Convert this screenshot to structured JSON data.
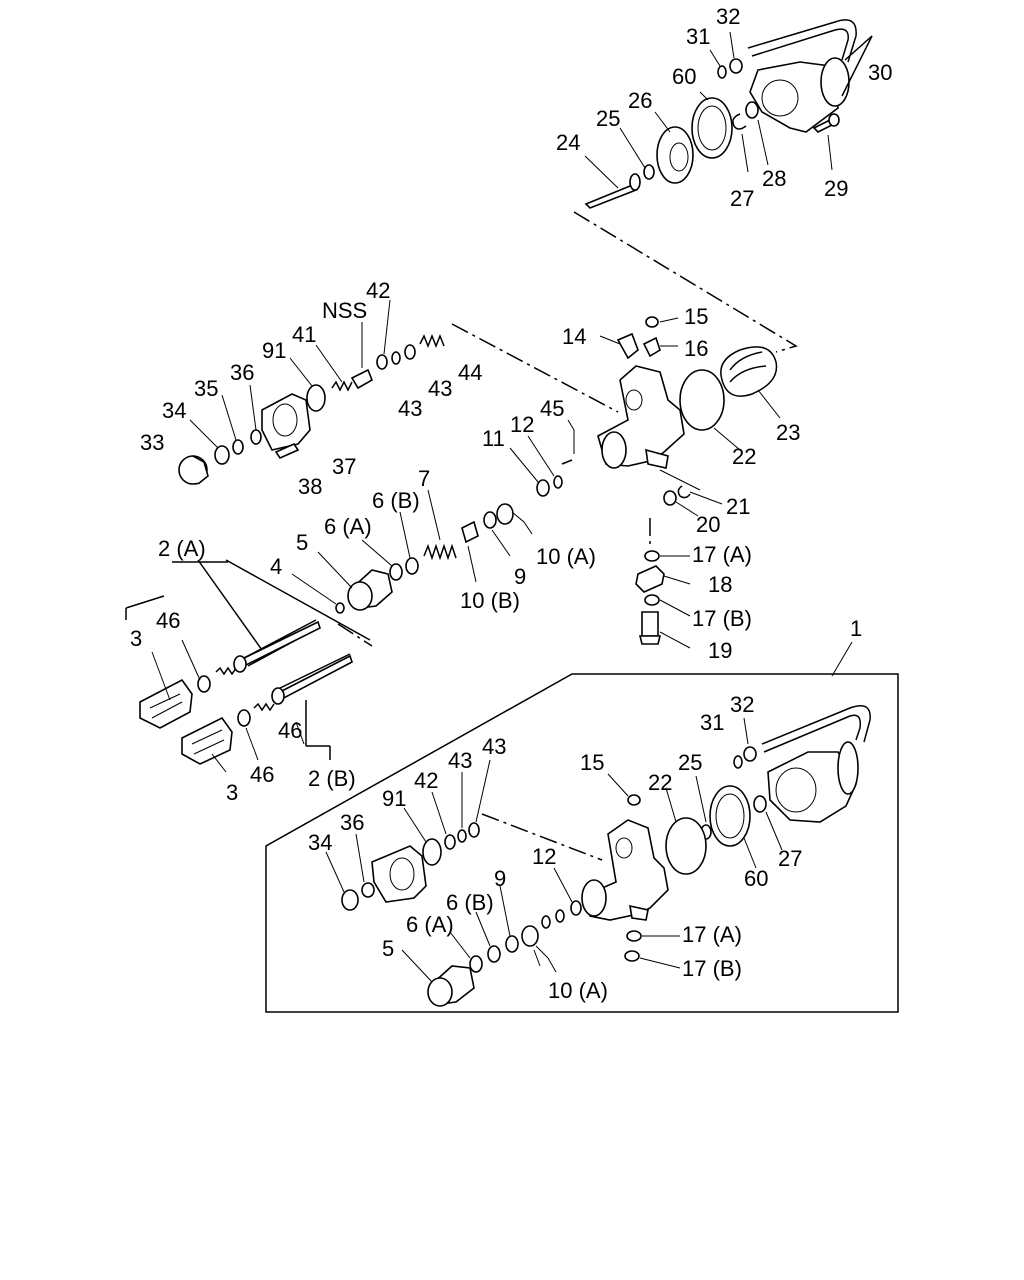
{
  "labels": {
    "l32a": "32",
    "l31a": "31",
    "l30": "30",
    "l26a": "26",
    "l60a": "60",
    "l25a": "25",
    "l24": "24",
    "l27a": "27",
    "l28": "28",
    "l29": "29",
    "lNSS": "NSS",
    "l42a": "42",
    "l41": "41",
    "l91a": "91",
    "l36a": "36",
    "l35": "35",
    "l34a": "34",
    "l33": "33",
    "l37": "37",
    "l38": "38",
    "l44": "44",
    "l43a": "43",
    "l43b": "43",
    "l14": "14",
    "l15a": "15",
    "l16": "16",
    "l23": "23",
    "l22a": "22",
    "l45": "45",
    "l11": "11",
    "l12a": "12",
    "l21": "21",
    "l20": "20",
    "l7": "7",
    "l6Ba": "6 (B)",
    "l6Aa": "6 (A)",
    "l5a": "5",
    "l9a": "9",
    "l10Aa": "10 (A)",
    "l10B": "10 (B)",
    "l17Aa": "17 (A)",
    "l18": "18",
    "l17Ba": "17 (B)",
    "l19": "19",
    "l2A": "2 (A)",
    "l3a": "3",
    "l46a": "46",
    "l4": "4",
    "l46b": "46",
    "l46c": "46",
    "l3b": "3",
    "l2B": "2 (B)",
    "l1": "1",
    "l31b": "31",
    "l32b": "32",
    "l15b": "15",
    "l22b": "22",
    "l25b": "25",
    "l43c": "43",
    "l43d": "43",
    "l42b": "42",
    "l91b": "91",
    "l34b": "34",
    "l36b": "36",
    "l60b": "60",
    "l27b": "27",
    "l12b": "12",
    "l9b": "9",
    "l6Bb": "6 (B)",
    "l6Ab": "6 (A)",
    "l5b": "5",
    "l17Ab": "17 (A)",
    "l17Bb": "17 (B)",
    "l10Ab": "10 (A)"
  }
}
